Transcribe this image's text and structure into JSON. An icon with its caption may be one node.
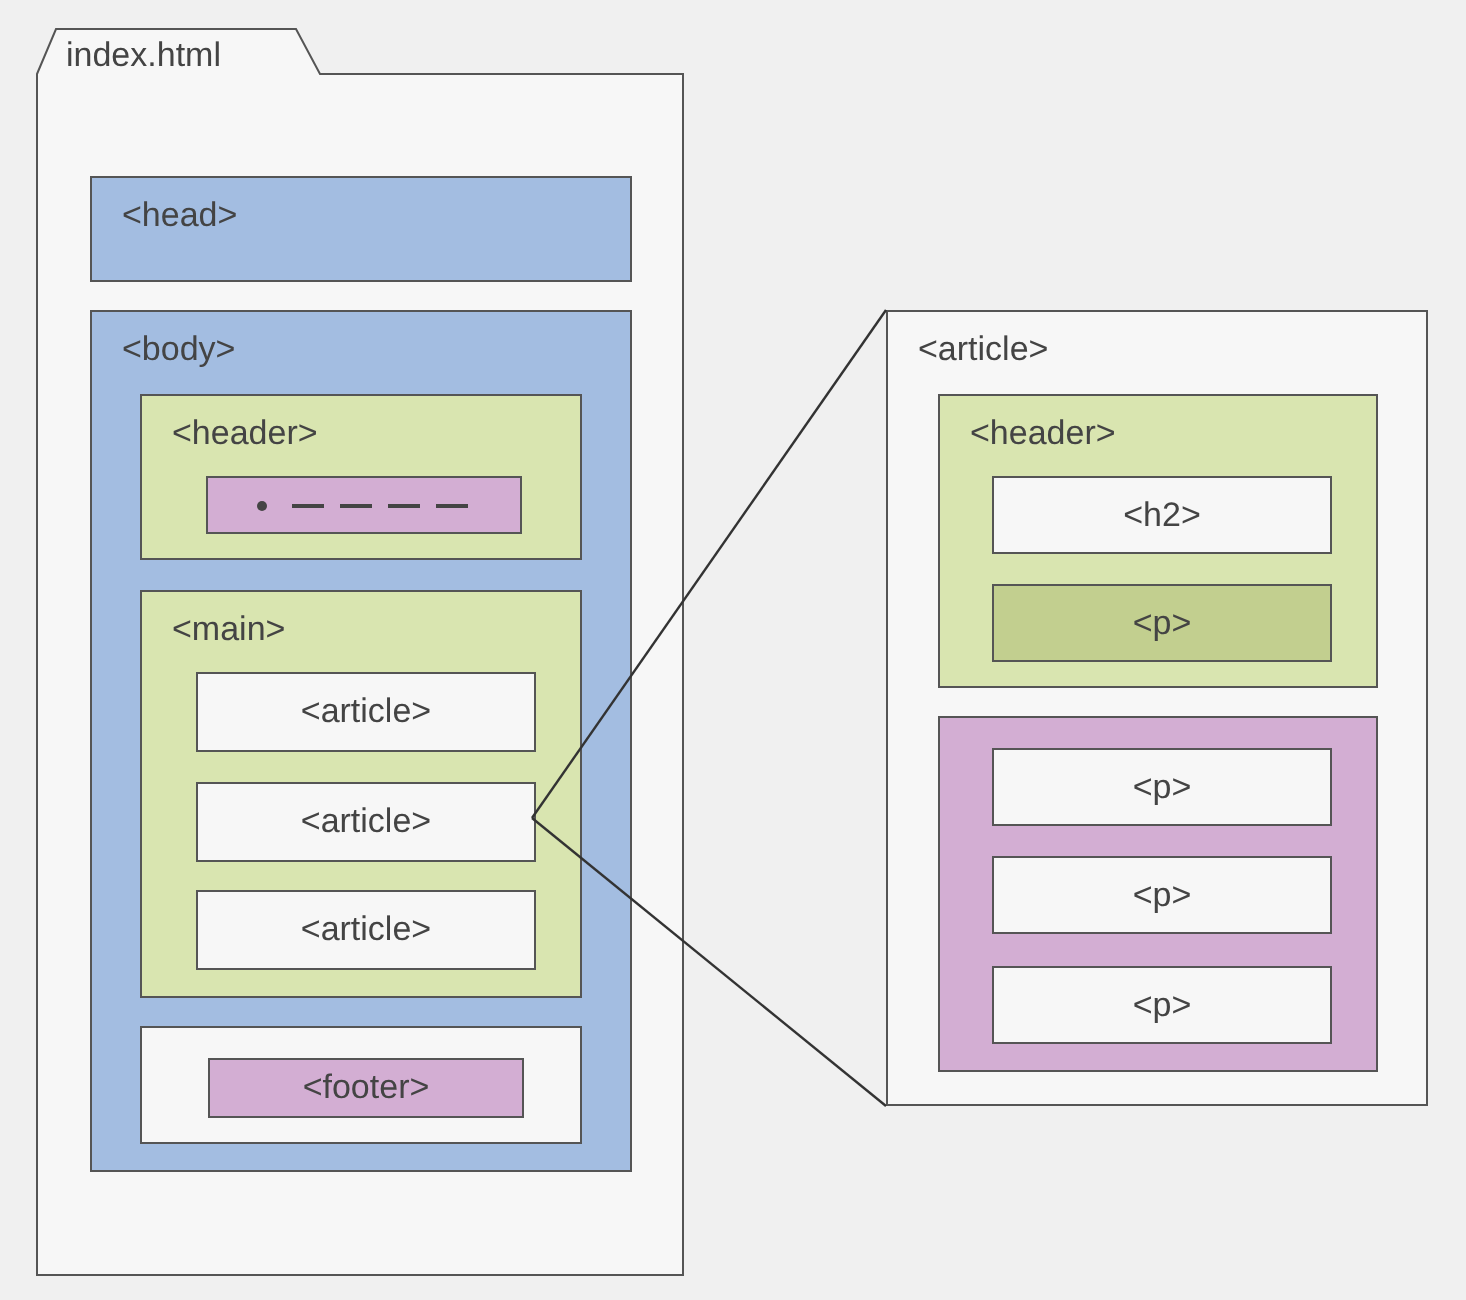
{
  "diagram": {
    "nodes": [
      {
        "text": [
          "index.html"
        ]
      },
      {
        "text": [
          "<head>"
        ],
        "in": 0
      },
      {
        "text": [
          "<body>"
        ],
        "in": 0
      },
      {
        "text": [
          "<header>"
        ],
        "in": 2
      },
      {
        "text": [],
        "shape": "box",
        "in": 3
      },
      {
        "text": [
          "<main>"
        ],
        "in": 2
      },
      {
        "text": [
          "<article>"
        ],
        "in": 5
      },
      {
        "text": [
          "<article>"
        ],
        "in": 5
      },
      {
        "text": [
          "<article>"
        ],
        "in": 5
      },
      {
        "text": [],
        "shape": "box",
        "in": 2
      },
      {
        "text": [
          "<footer>"
        ],
        "in": 9
      },
      {
        "text": [
          "<article>"
        ]
      },
      {
        "text": [
          "<header>"
        ],
        "in": 11
      },
      {
        "text": [
          "<h2>"
        ],
        "in": 12
      },
      {
        "text": [
          "<p>"
        ],
        "in": 12
      },
      {
        "text": [],
        "shape": "box",
        "in": 11
      },
      {
        "text": [
          "<p>"
        ],
        "in": 15
      },
      {
        "text": [
          "<p>"
        ],
        "in": 15
      },
      {
        "text": [
          "<p>"
        ],
        "in": 15
      }
    ],
    "edges": [
      {
        "from": 7,
        "to": 11,
        "arrow": "none"
      },
      {
        "from": 7,
        "to": 11,
        "arrow": "none"
      }
    ]
  }
}
